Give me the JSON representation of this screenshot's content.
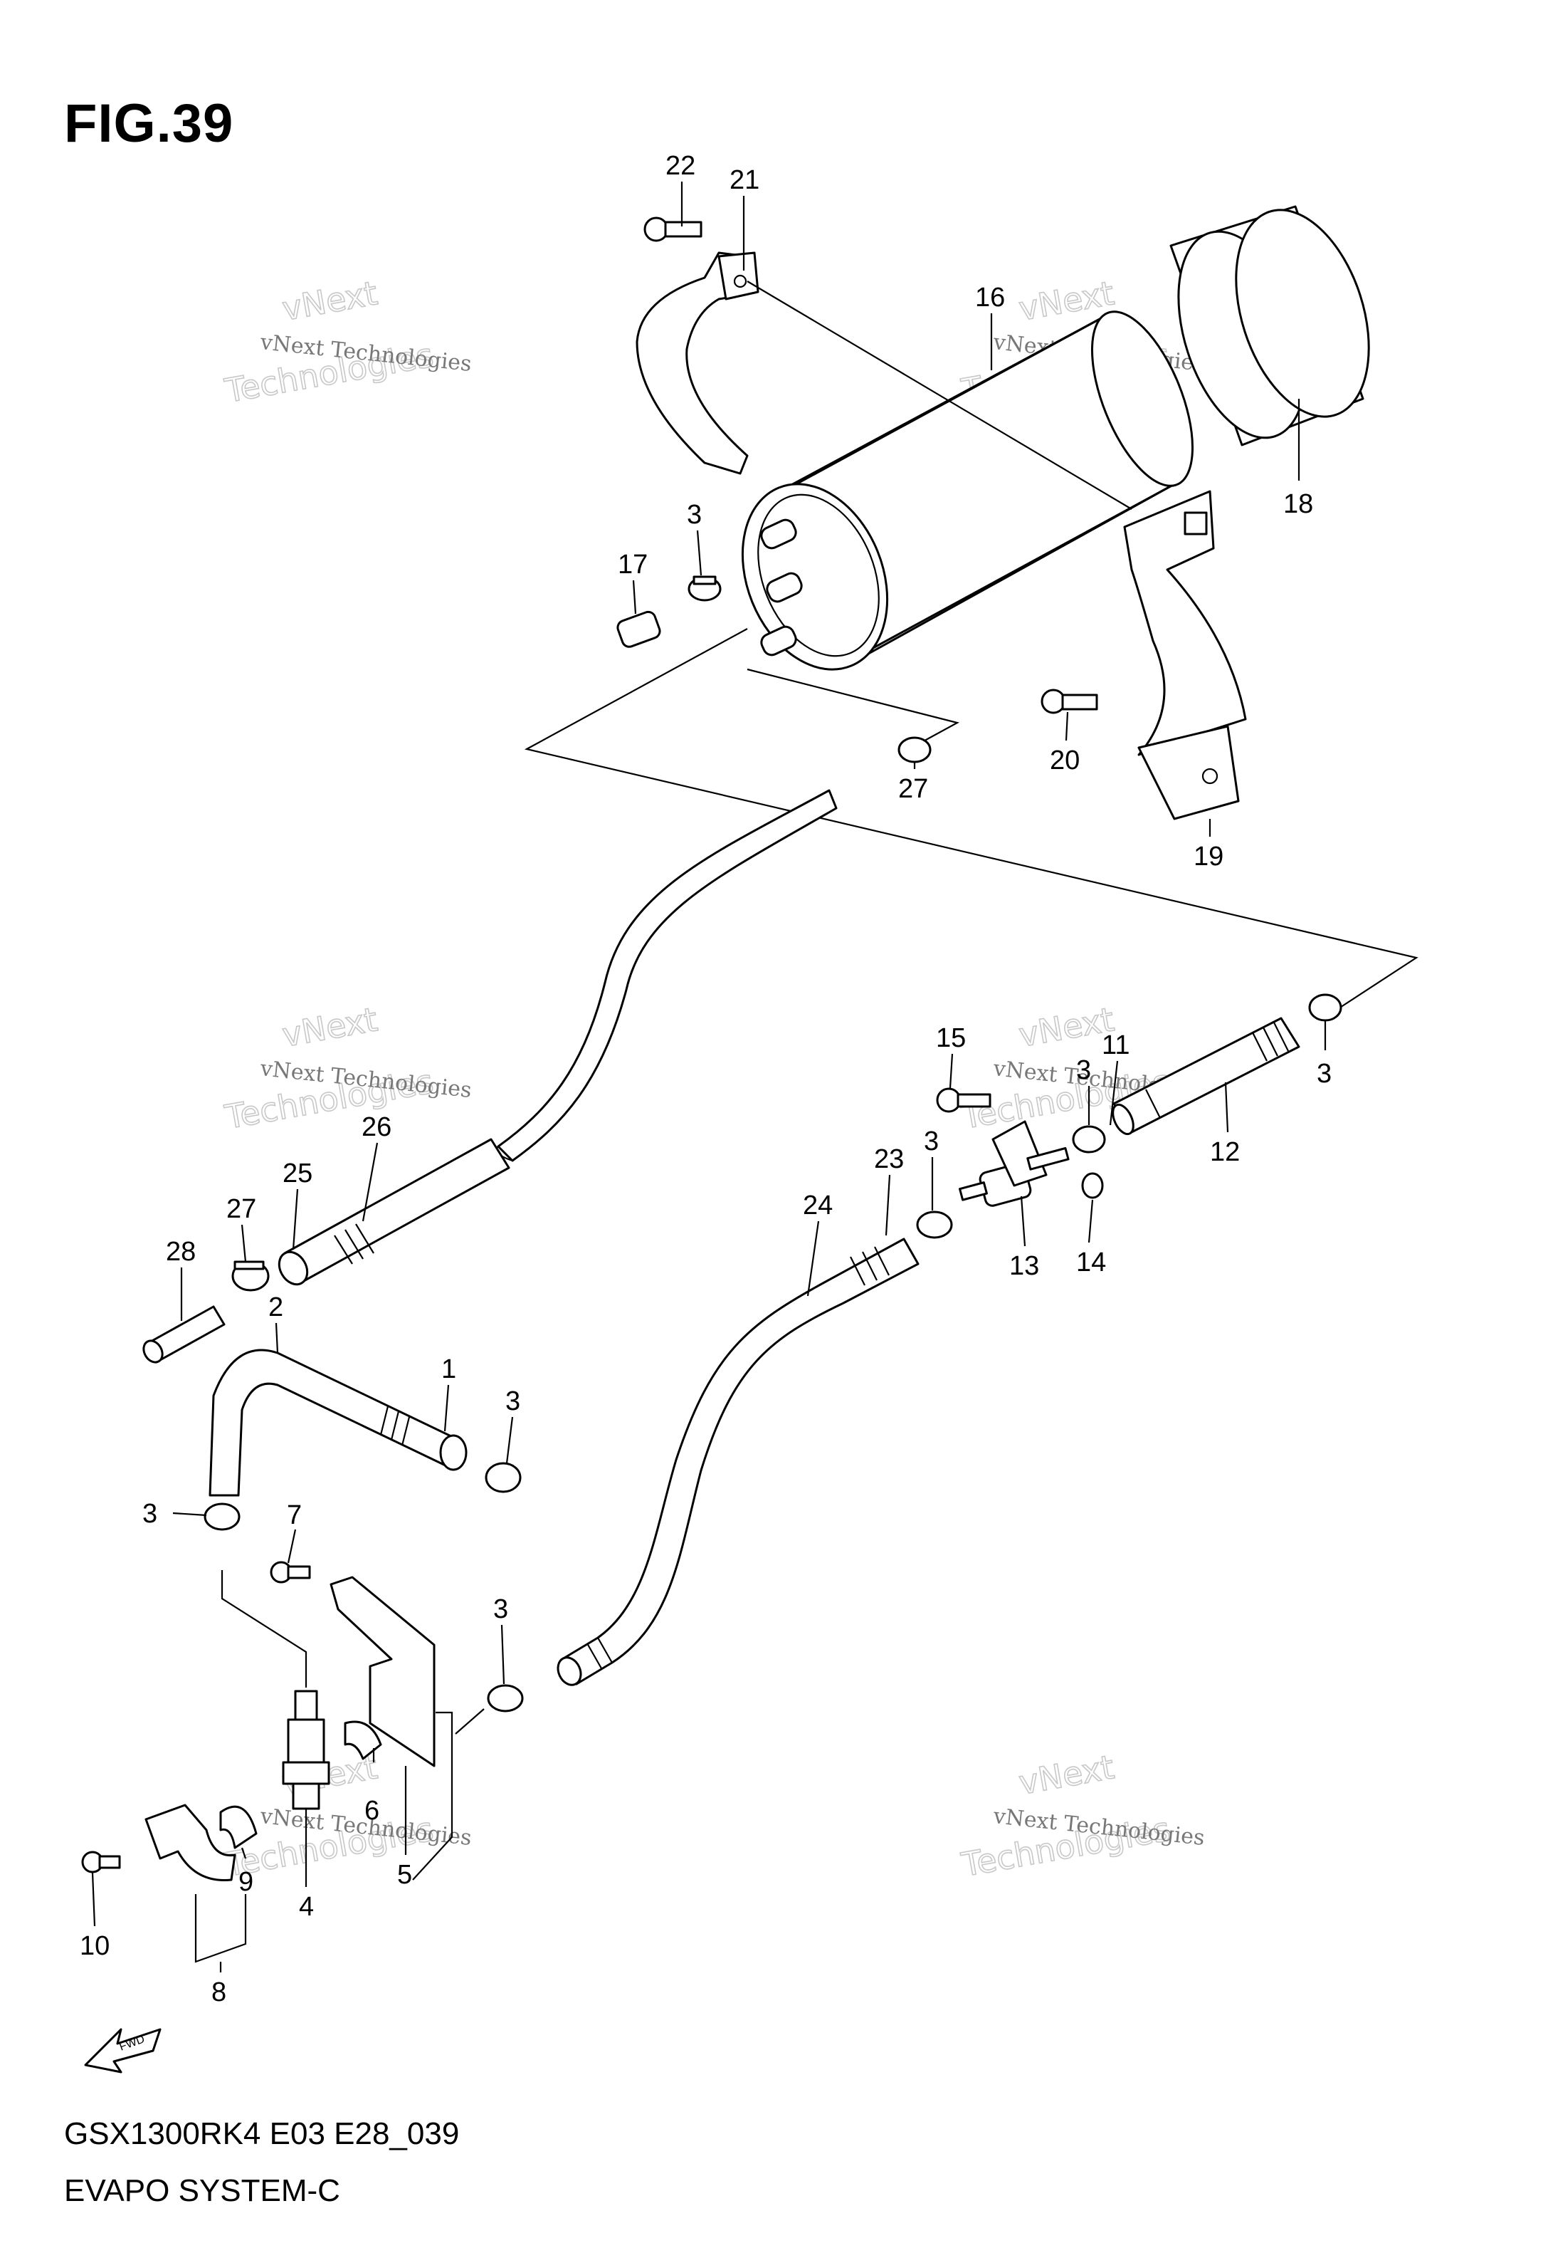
{
  "figure": {
    "title": "FIG.39",
    "model_code": "GSX1300RK4 E03 E28_039",
    "section_name": "EVAPO SYSTEM-C",
    "direction_label": "FWD"
  },
  "watermark": {
    "line1": "vNext Technologies",
    "line2": "vNext",
    "line3": "Technologies"
  },
  "callouts": {
    "c22": "22",
    "c21": "21",
    "c16": "16",
    "c18": "18",
    "c3a": "3",
    "c17": "17",
    "c20": "20",
    "c27a": "27",
    "c19": "19",
    "c15": "15",
    "c11": "11",
    "c3b": "3",
    "c3c": "3",
    "c12": "12",
    "c26": "26",
    "c25": "25",
    "c27b": "27",
    "c28": "28",
    "c23": "23",
    "c3d": "3",
    "c24": "24",
    "c13": "13",
    "c14": "14",
    "c2": "2",
    "c1": "1",
    "c3e": "3",
    "c3f": "3",
    "c7": "7",
    "c3g": "3",
    "c6": "6",
    "c5": "5",
    "c4": "4",
    "c9": "9",
    "c10": "10",
    "c8": "8"
  }
}
